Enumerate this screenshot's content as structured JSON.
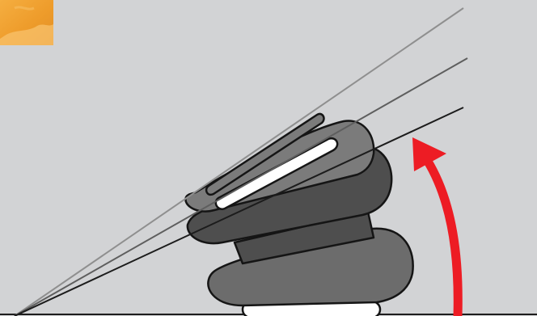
{
  "diagram": {
    "colors": {
      "background": "#d2d3d5",
      "corner_patch": "#f0a63a",
      "ray_light": "#8f8f8f",
      "ray_mid": "#5e5e5e",
      "ray_dark": "#1c1c1c",
      "layer_top": "#7b7b7b",
      "layer_middle": "#4e4e4e",
      "layer_base": "#6c6c6c",
      "pad": "#ffffff",
      "arrow": "#ed1c24",
      "outline": "#151515"
    },
    "layers": [
      {
        "name": "top-layer"
      },
      {
        "name": "middle-layer"
      },
      {
        "name": "base-layer"
      }
    ]
  }
}
